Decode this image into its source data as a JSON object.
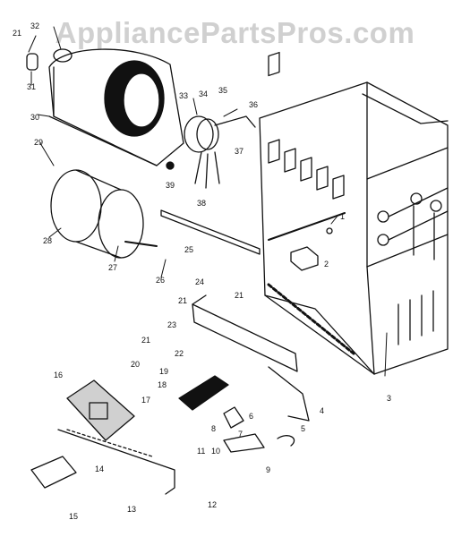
{
  "watermark": "AppliancePartsPros.com",
  "colors": {
    "ink": "#111111",
    "paper": "#ffffff",
    "watermark": "#aaaaaa"
  },
  "diagram": {
    "callouts": [
      {
        "id": "1",
        "label": "1"
      },
      {
        "id": "2",
        "label": "2"
      },
      {
        "id": "3",
        "label": "3"
      },
      {
        "id": "4",
        "label": "4"
      },
      {
        "id": "5",
        "label": "5"
      },
      {
        "id": "6",
        "label": "6"
      },
      {
        "id": "7",
        "label": "7"
      },
      {
        "id": "8",
        "label": "8"
      },
      {
        "id": "9",
        "label": "9"
      },
      {
        "id": "10",
        "label": "10"
      },
      {
        "id": "11",
        "label": "11"
      },
      {
        "id": "12",
        "label": "12"
      },
      {
        "id": "13",
        "label": "13"
      },
      {
        "id": "14",
        "label": "14"
      },
      {
        "id": "15",
        "label": "15"
      },
      {
        "id": "16",
        "label": "16"
      },
      {
        "id": "17",
        "label": "17"
      },
      {
        "id": "18",
        "label": "18"
      },
      {
        "id": "19",
        "label": "19"
      },
      {
        "id": "20",
        "label": "20"
      },
      {
        "id": "21a",
        "label": "21"
      },
      {
        "id": "21b",
        "label": "21"
      },
      {
        "id": "21c",
        "label": "21"
      },
      {
        "id": "21d",
        "label": "21"
      },
      {
        "id": "22",
        "label": "22"
      },
      {
        "id": "23",
        "label": "23"
      },
      {
        "id": "24",
        "label": "24"
      },
      {
        "id": "25",
        "label": "25"
      },
      {
        "id": "26",
        "label": "26"
      },
      {
        "id": "27",
        "label": "27"
      },
      {
        "id": "28",
        "label": "28"
      },
      {
        "id": "29",
        "label": "29"
      },
      {
        "id": "30",
        "label": "30"
      },
      {
        "id": "31",
        "label": "31"
      },
      {
        "id": "32",
        "label": "32"
      },
      {
        "id": "33",
        "label": "33"
      },
      {
        "id": "34",
        "label": "34"
      },
      {
        "id": "35",
        "label": "35"
      },
      {
        "id": "36",
        "label": "36"
      },
      {
        "id": "37",
        "label": "37"
      },
      {
        "id": "38",
        "label": "38"
      },
      {
        "id": "39",
        "label": "39"
      }
    ]
  }
}
